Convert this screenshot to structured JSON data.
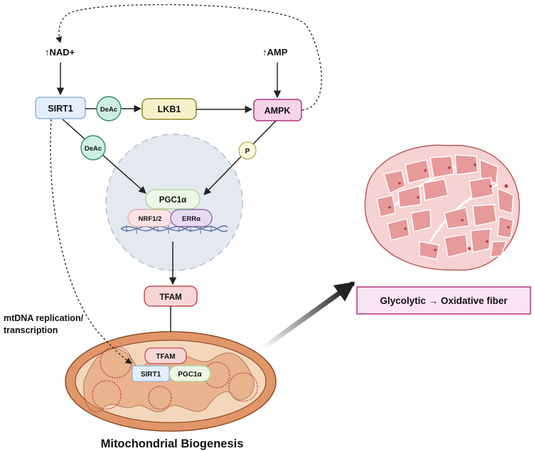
{
  "signals": {
    "nad": "↑NAD+",
    "amp": "↑AMP"
  },
  "nodes": {
    "sirt1": "SIRT1",
    "lkb1": "LKB1",
    "ampk": "AMPK",
    "deac_top": "DeAc",
    "deac_side": "DeAc",
    "phos": "P",
    "pgc1a": "PGC1α",
    "nrf": "NRF1/2",
    "erra": "ERRα",
    "tfam": "TFAM"
  },
  "mito": {
    "tfam": "TFAM",
    "sirt1": "SIRT1",
    "pgc1a": "PGC1α"
  },
  "labels": {
    "mtdna_line1": "mtDNA replication/",
    "mtdna_line2": "transcription",
    "biogenesis": "Mitochondrial Biogenesis",
    "fiber": "Glycolytic → Oxidative fiber"
  },
  "colors": {
    "sirt1_fill": "#e3eefb",
    "sirt1_stroke": "#8fb2dd",
    "lkb1_fill": "#f6f1c9",
    "lkb1_stroke": "#8e8628",
    "ampk_fill": "#f7d3e8",
    "ampk_stroke": "#b0357a",
    "deac_fill": "#cfeee2",
    "deac_stroke": "#2d8a73",
    "phos_fill": "#fbf7dc",
    "phos_stroke": "#b9a95a",
    "tfam_fill": "#f9d6d6",
    "tfam_stroke": "#c0504d",
    "mito_outer": "#e1966a",
    "mito_inner": "#f4d7bb",
    "fiber_fill": "#fbe4f2",
    "fiber_stroke": "#b0357a",
    "muscle": "#e69a9a"
  }
}
